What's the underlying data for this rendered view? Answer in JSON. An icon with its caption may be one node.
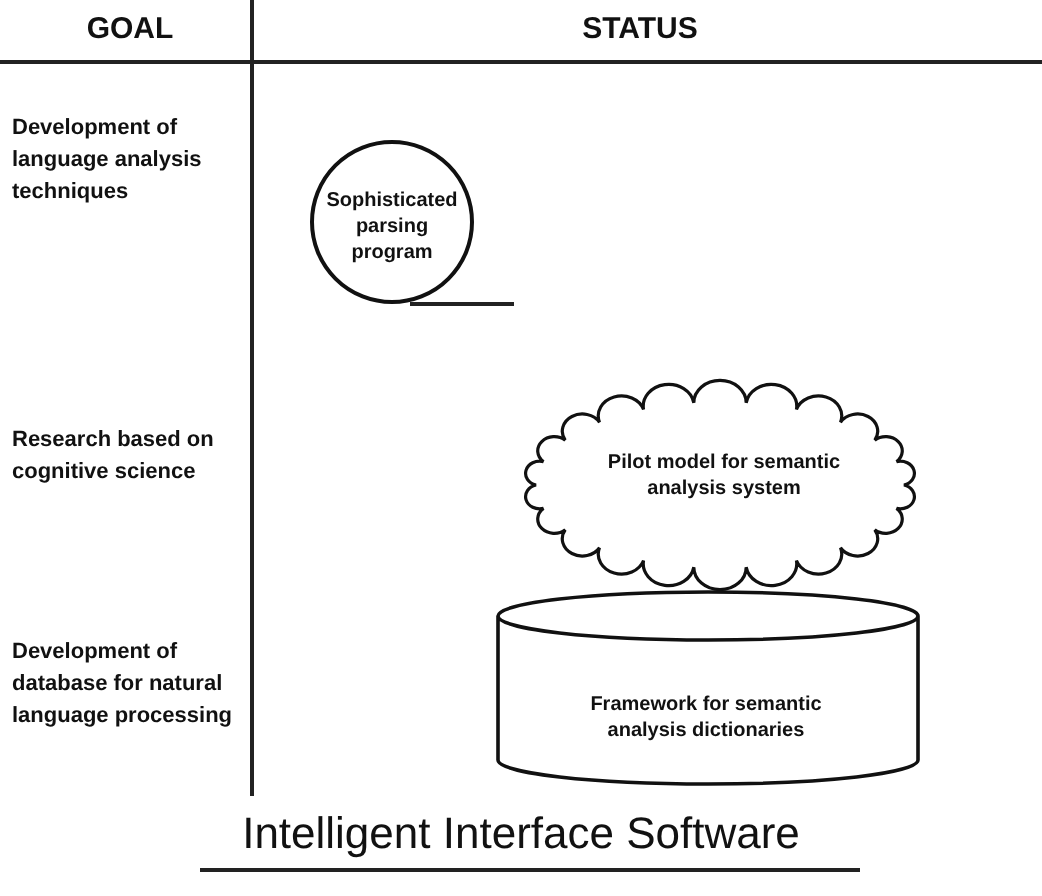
{
  "diagram": {
    "caption": "Intelligent Interface Software",
    "nodes": [
      {
        "text": [
          "Sophisticated parsing program"
        ]
      },
      {
        "text": [
          "Pilot model for semantic analysis system"
        ]
      },
      {
        "text": [
          "Framework for semantic analysis dictionaries"
        ]
      }
    ],
    "labels": [
      "GOAL",
      "STATUS",
      "Development of language analysis techniques",
      "Research based on cognitive science",
      "Development of database for natural language processing"
    ]
  }
}
